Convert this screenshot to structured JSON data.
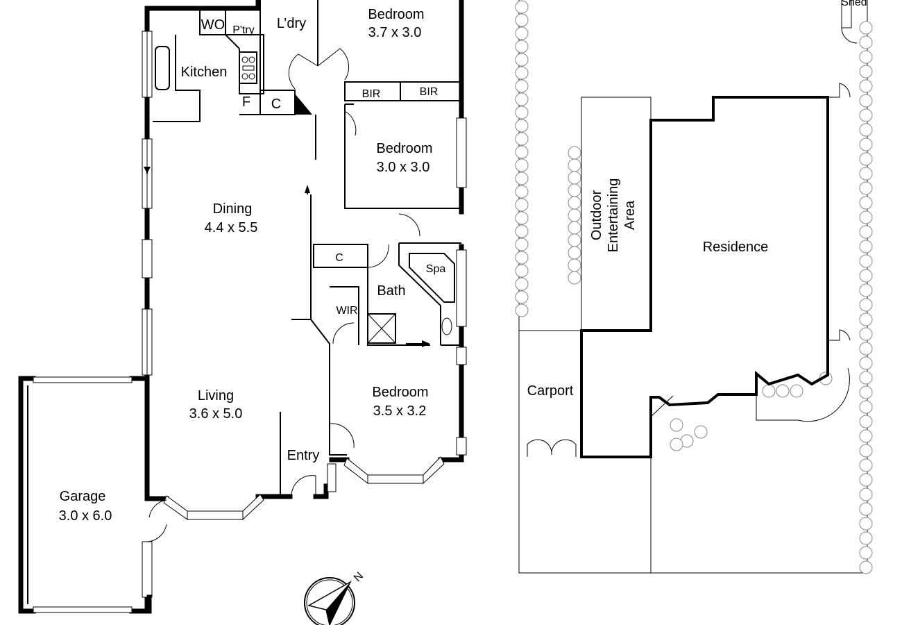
{
  "floor_plan": {
    "rooms": {
      "wo": "WO",
      "pantry": "P'try",
      "laundry": "L’dry",
      "kitchen": "Kitchen",
      "fridge": "F",
      "cupboard_1": "C",
      "bedroom_1": {
        "name": "Bedroom",
        "size": "3.7 x 3.0"
      },
      "bir_1": "BIR",
      "bir_2": "BIR",
      "bedroom_2": {
        "name": "Bedroom",
        "size": "3.0 x 3.0"
      },
      "dining": {
        "name": "Dining",
        "size": "4.4 x 5.5"
      },
      "cupboard_2": "C",
      "spa": "Spa",
      "bath": "Bath",
      "wir": "WIR",
      "bedroom_3": {
        "name": "Bedroom",
        "size": "3.5 x 3.2"
      },
      "living": {
        "name": "Living",
        "size": "3.6 x 5.0"
      },
      "entry": "Entry",
      "garage": {
        "name": "Garage",
        "size": "3.0 x 6.0"
      }
    },
    "compass": "N"
  },
  "site_plan": {
    "shed": "Shed",
    "outdoor": [
      "Outdoor",
      "Entertaining",
      "Area"
    ],
    "residence": "Residence",
    "carport": "Carport"
  }
}
